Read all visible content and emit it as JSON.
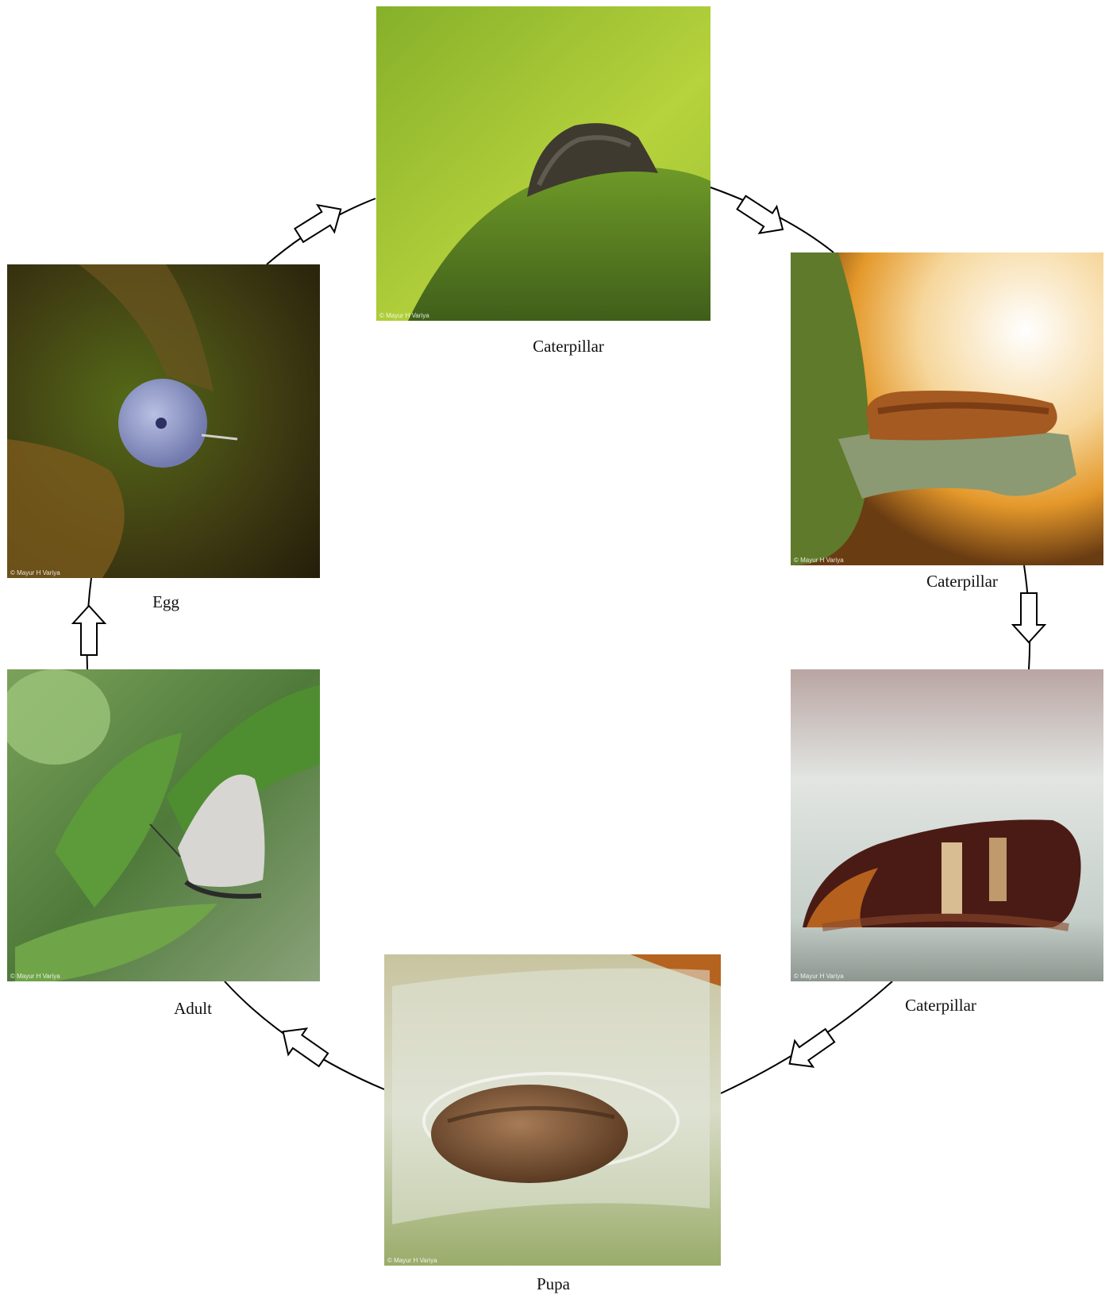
{
  "stages": [
    {
      "id": "caterpillar-1",
      "label": "Caterpillar",
      "credit": "© Mayur H Variya"
    },
    {
      "id": "caterpillar-2",
      "label": "Caterpillar",
      "credit": "© Mayur H Variya"
    },
    {
      "id": "caterpillar-3",
      "label": "Caterpillar",
      "credit": "© Mayur H Variya"
    },
    {
      "id": "pupa",
      "label": "Pupa",
      "credit": "© Mayur H Variya"
    },
    {
      "id": "adult",
      "label": "Adult",
      "credit": "© Mayur H Variya"
    },
    {
      "id": "egg",
      "label": "Egg",
      "credit": "© Mayur H Variya"
    }
  ],
  "colors": {
    "line": "#000000",
    "arrow_fill": "#ffffff",
    "label": "#111111"
  }
}
